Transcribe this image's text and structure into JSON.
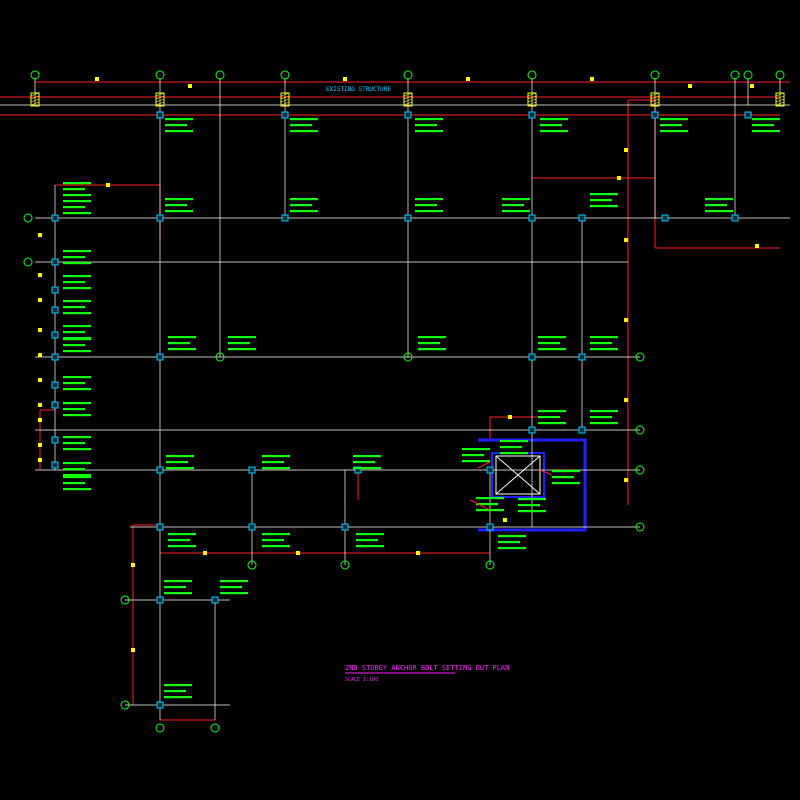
{
  "drawing": {
    "top_label": "EXISTING STRUCTURE",
    "title": "2ND STOREY ANCHOR BOLT SETTING OUT PLAN",
    "scale": "SCALE 1:100",
    "colors": {
      "background": "#000000",
      "dimension": "#ff2020",
      "grid": "#ffffff",
      "bubble": "#10ff10",
      "annotation": "#10ff10",
      "column": "#00ccff",
      "wall": "#2020ff",
      "hatch": "#ffff00",
      "title": "#ff20ff"
    }
  }
}
